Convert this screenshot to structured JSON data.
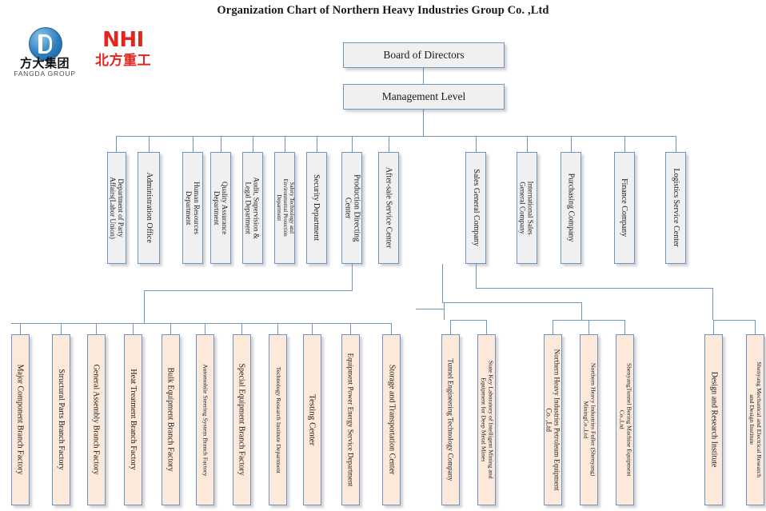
{
  "title": "Organization Chart of Northern Heavy Industries  Group Co. ,Ltd",
  "logos": {
    "fangda": {
      "mark": "fangda-emblem",
      "chinese": "方大集团",
      "english": "FANGDA GROUP"
    },
    "nhi": {
      "english": "NHI",
      "chinese": "北方重工"
    }
  },
  "colors": {
    "box_border": "#6f95c4",
    "line": "#6f95c4",
    "top_fill": "#f0f0f0",
    "dept_fill": "#f0f0f0",
    "unit_fill": "#fce9da",
    "nhi_red": "#e1261c",
    "fangda_blue": "#2f7fc0",
    "text": "#1a1a1a"
  },
  "chart_data": {
    "type": "diagram",
    "title": "Organization Chart of Northern Heavy Industries  Group Co. ,Ltd",
    "orientation": "top-down org chart with vertical (rotated) text labels",
    "levels": [
      {
        "name": "governance",
        "nodes": [
          "Board of Directors",
          "Management Level"
        ]
      },
      {
        "name": "departments",
        "nodes": [
          "Department of Party Affairs(Labor Union)",
          "Administration Office",
          "Human Resources Department",
          "Quality Assurance Department",
          "Audit, Supervision & Legal Department",
          "Safety Technology and Environmental Protection Department",
          "Security Department",
          "Production Directing Center",
          "After-sale Service Center",
          "Sales General Company",
          "International Sales General Company",
          "Purchasing Company",
          "Finance Company",
          "Logistics Service Center"
        ]
      },
      {
        "name": "units",
        "nodes": [
          "Major Component Branch Factory",
          "Structural Parts Branch Factory",
          "General Assembly Branch Factory",
          "Heat Treatment Branch Factory",
          "Bulk Equipment Branch Factory",
          "Automobile Steering System Branch Factory",
          "Special Equipment Branch Factory",
          "Technology Research Institute Department",
          "Testing Center",
          "Equipment Power Energy Service Department",
          "Storage and Transportation Center",
          "Tunnel Engineering Technology Company",
          "State Key Laboratory of Intelligent Mining and Equipment for Deep Metal Mines",
          "Northern Heavy Industries Petroleum Equipment Co.,Ltd",
          "Northern Heavy Industries Fuller (Shenyang) MiningCo.,Ltd",
          "ShenyangTunnel Boring Machine Equipment Co.,Ltd",
          "Design and Research Institute",
          "Shenyang Mechanical and Electrical Research and Design Institute"
        ]
      }
    ],
    "edges": [
      {
        "from": "Board of Directors",
        "to": "Management Level"
      },
      {
        "from": "Management Level",
        "to": "departments-bus"
      },
      {
        "from": "Production Directing Center",
        "to": "units-bus-left"
      },
      {
        "from": "Sales General Company",
        "to": "units-bus-right"
      }
    ]
  },
  "nodes": {
    "board": {
      "label": "Board of Directors"
    },
    "management": {
      "label": "Management Level"
    },
    "d1": {
      "label": "Department of Party\nAffairs(Labor Union)"
    },
    "d2": {
      "label": "Administration Office"
    },
    "d3": {
      "label": "Human Resources\nDepartment"
    },
    "d4": {
      "label": "Quality Assurance\nDepartment"
    },
    "d5": {
      "label": "Audit, Supervision &\nLegal Department"
    },
    "d6": {
      "label": "Safety Technology and\nEnvironmental Protection\nDepartment"
    },
    "d7": {
      "label": "Security Department"
    },
    "d8": {
      "label": "Production Directing\nCenter"
    },
    "d9": {
      "label": "After-sale Service Center"
    },
    "d10": {
      "label": "Sales General Company"
    },
    "d11": {
      "label": "International Sales\nGeneral Company"
    },
    "d12": {
      "label": "Purchasing Company"
    },
    "d13": {
      "label": "Finance Company"
    },
    "d14": {
      "label": "Logistics Service Center"
    },
    "u1": {
      "label": "Major Component Branch Factory"
    },
    "u2": {
      "label": "Structural Parts Branch Factory"
    },
    "u3": {
      "label": "General Assembly Branch Factory"
    },
    "u4": {
      "label": "Heat Treatment Branch Factory"
    },
    "u5": {
      "label": "Bulk Equipment Branch Factory"
    },
    "u6": {
      "label": "Automobile Steering System Branch Factory"
    },
    "u7": {
      "label": "Special Equipment Branch Factory"
    },
    "u8": {
      "label": "Technology Research Institute Department"
    },
    "u9": {
      "label": "Testing Center"
    },
    "u10": {
      "label": "Equipment Power Energy Service Department"
    },
    "u11": {
      "label": "Storage and Transportation Center"
    },
    "u12": {
      "label": "Tunnel Engineering Technology Company"
    },
    "u13": {
      "label": "State Key Laboratory of Intelligent Mining and\nEquipment for Deep Metal Mines"
    },
    "u14": {
      "label": "Northern Heavy Industries Petroleum Equipment\nCo. ,Ltd"
    },
    "u15": {
      "label": "Northern Heavy Industries Fuller (Shenyang)\nMiningCo.,Ltd"
    },
    "u16": {
      "label": "ShenyangTunnel Boring Machine Equipment\nCo.,Ltd"
    },
    "u17": {
      "label": "Design and Research Institute"
    },
    "u18": {
      "label": "Shenyang Mechanical and Electrical Research\nand Design Institute"
    }
  }
}
